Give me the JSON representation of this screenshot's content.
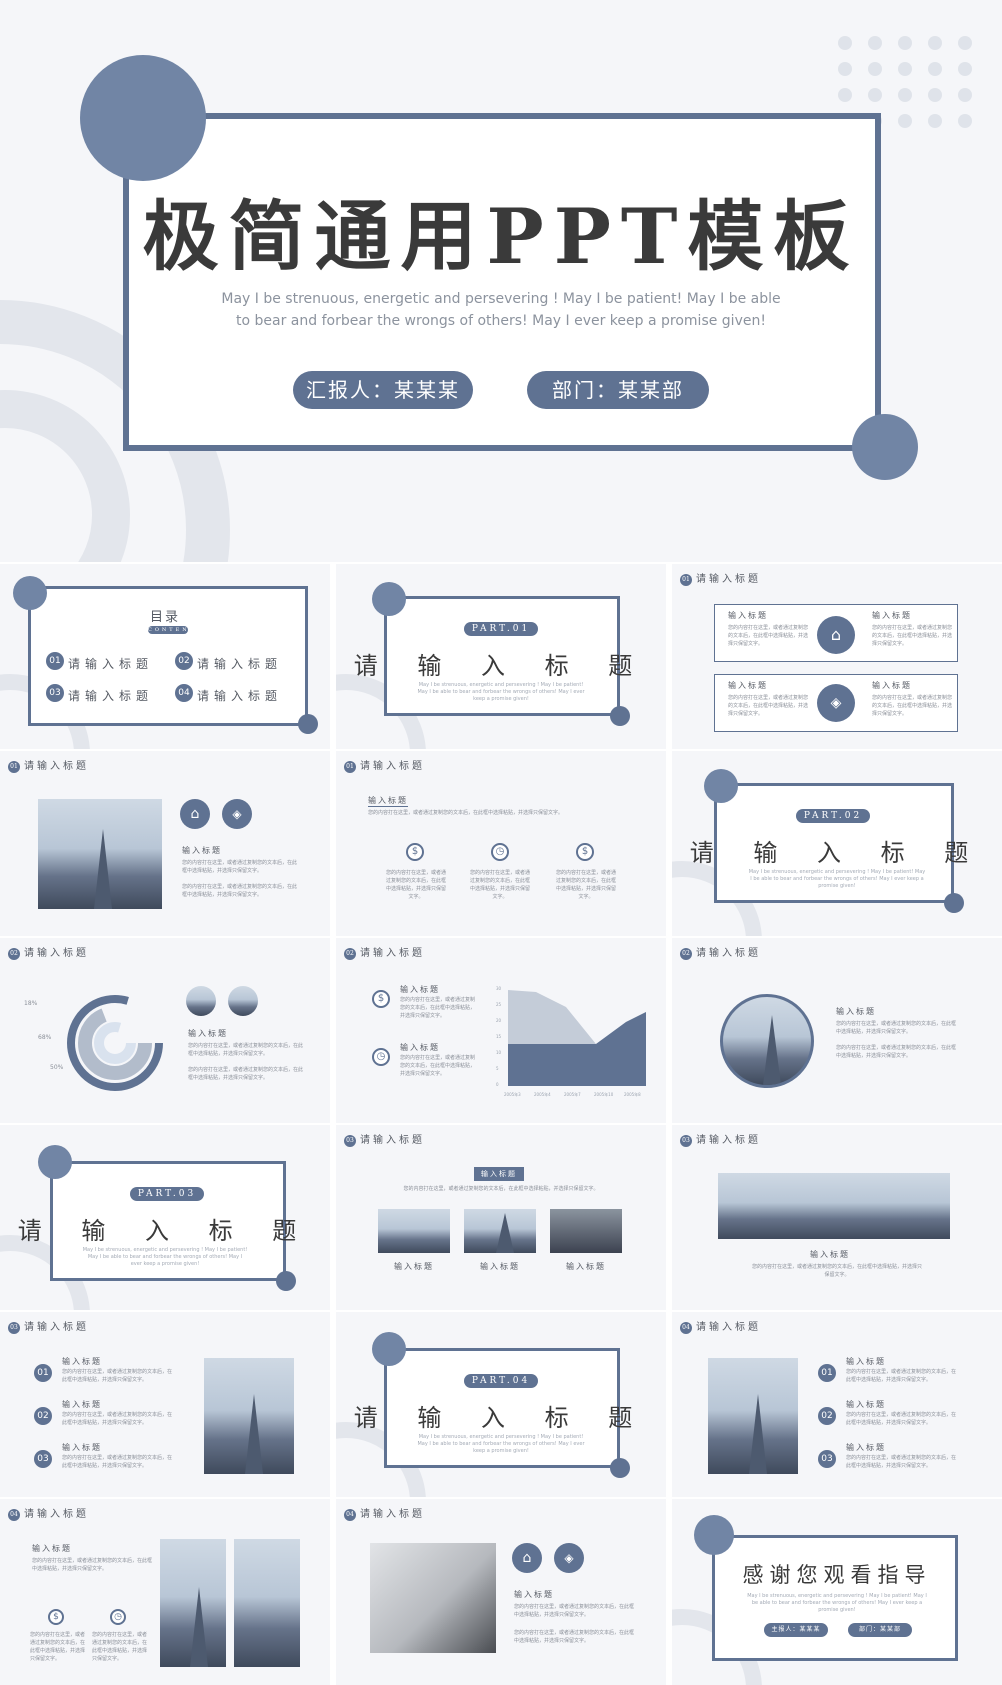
{
  "hero": {
    "title": "极简通用PPT模板",
    "subtitle_line1": "May I be strenuous, energetic and persevering ! May I be patient! May I be able",
    "subtitle_line2": "to bear and forbear the wrongs of others! May I ever keep a promise given!",
    "reporter": "汇报人：某某某",
    "department": "部门：某某部"
  },
  "contents": {
    "title": "目录",
    "tag": "CONTENTS",
    "items": [
      {
        "num": "01",
        "label": "请输入标题"
      },
      {
        "num": "02",
        "label": "请输入标题"
      },
      {
        "num": "03",
        "label": "请输入标题"
      },
      {
        "num": "04",
        "label": "请输入标题"
      }
    ]
  },
  "parts": [
    {
      "badge": "PART.01",
      "title": "请 输 入 标 题"
    },
    {
      "badge": "PART.02",
      "title": "请 输 入 标 题"
    },
    {
      "badge": "PART.03",
      "title": "请 输 入 标 题"
    },
    {
      "badge": "PART.04",
      "title": "请 输 入 标 题"
    }
  ],
  "fine_text": "May I be strenuous, energetic and persevering ! May I be patient! May I be able to bear and forbear the wrongs of others! May I ever keep a promise given!",
  "section_header": "请输入标题",
  "header_nums": [
    "01",
    "01",
    "01",
    "02",
    "02",
    "02",
    "03",
    "03",
    "03",
    "04",
    "04"
  ],
  "item_label": "输入标题",
  "body_text": "您的内容打在这里，或者通过复制您的文本后，在此框中选择粘贴，并选择只保留文字。",
  "numbers": [
    "01",
    "02",
    "03"
  ],
  "chart": {
    "pct_labels": [
      "18%",
      "68%",
      "50%"
    ]
  },
  "area_chart": {
    "y_ticks": [
      "30",
      "25",
      "20",
      "15",
      "10",
      "5",
      "0"
    ],
    "x_ticks": [
      "2005年3",
      "2005年4",
      "2005年7",
      "2005年10",
      "2005年8"
    ]
  },
  "thanks": {
    "title": "感谢您观看指导",
    "reporter": "主报人：某某某",
    "department": "部门：某某部"
  },
  "colors": {
    "accent": "#5f7292",
    "accent_light": "#7185a5",
    "bg": "#f5f6f9"
  }
}
